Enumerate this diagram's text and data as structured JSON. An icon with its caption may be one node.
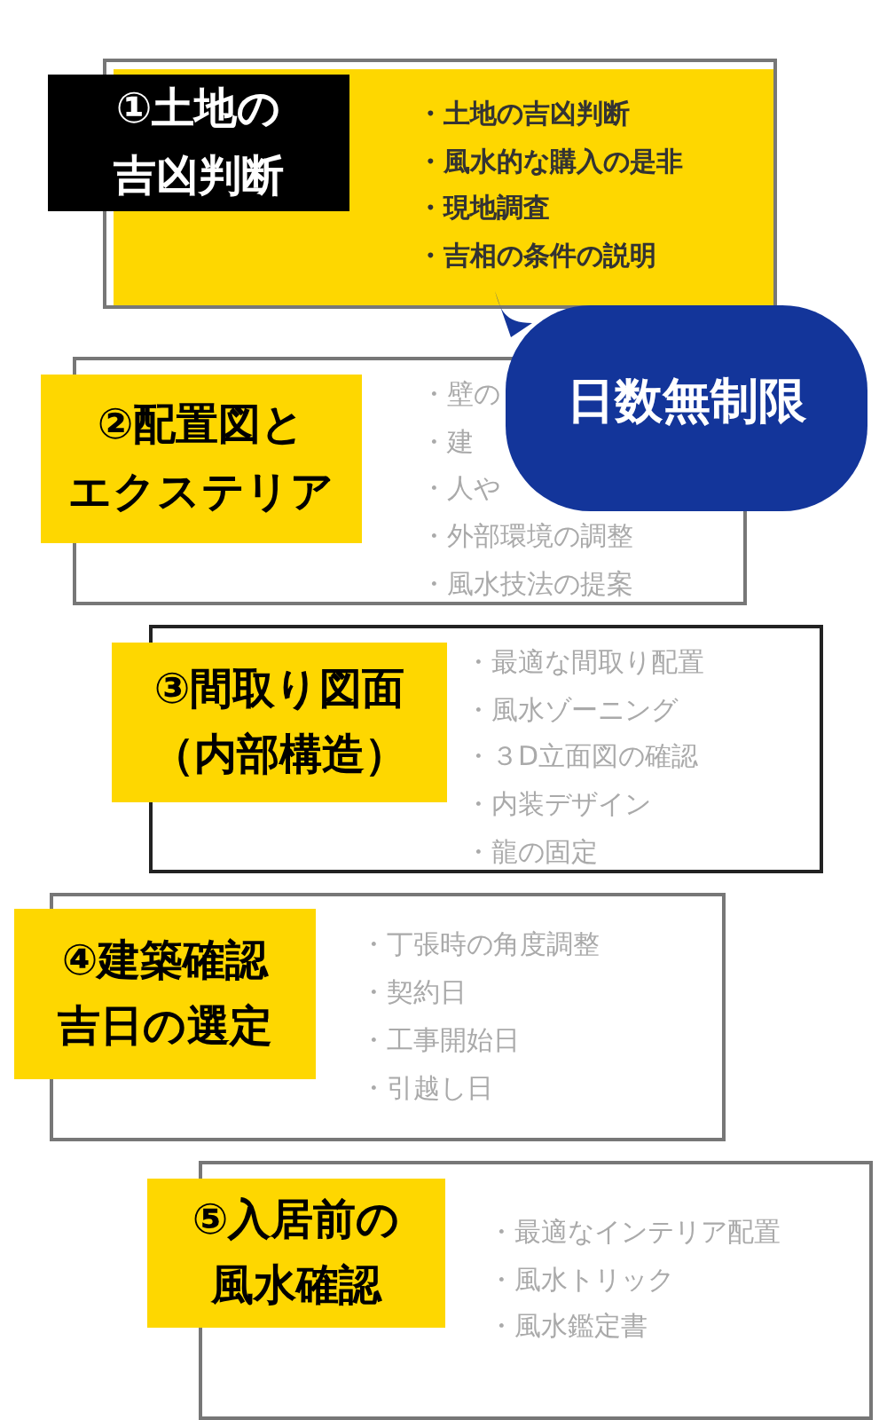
{
  "diagram": {
    "nodes": [
      {
        "text": [
          "①土地の吉凶判断"
        ]
      },
      {
        "text": [
          "・土地の吉凶判断",
          "・風水的な購入の是非",
          "・現地調査",
          "・吉相の条件の説明"
        ]
      },
      {
        "text": [
          "日数無制限"
        ]
      },
      {
        "text": [
          "②配置図とエクステリア"
        ]
      },
      {
        "text": [
          "・壁の",
          "・建",
          "・人や",
          "・外部環境の調整",
          "・風水技法の提案"
        ]
      },
      {
        "text": [
          "③間取り図面（内部構造）"
        ]
      },
      {
        "text": [
          "・最適な間取り配置",
          "・風水ゾーニング",
          "・３D立面図の確認",
          "・内装デザイン",
          "・龍の固定"
        ]
      },
      {
        "text": [
          "④建築確認吉日の選定"
        ]
      },
      {
        "text": [
          "・丁張時の角度調整",
          "・契約日",
          "・工事開始日",
          "・引越し日"
        ]
      },
      {
        "text": [
          "⑤入居前の風水確認"
        ]
      },
      {
        "text": [
          "・最適なインテリア配置",
          "・風水トリック",
          "・風水鑑定書"
        ]
      }
    ]
  }
}
